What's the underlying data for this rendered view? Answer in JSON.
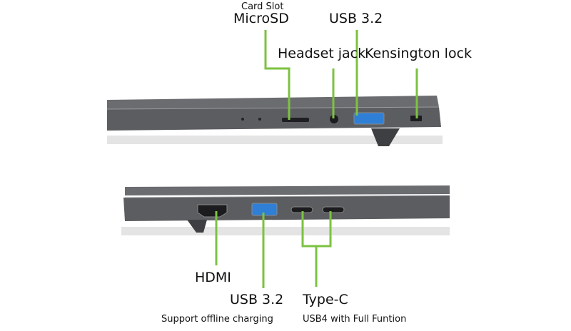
{
  "colors": {
    "callout": "#7cc242",
    "chassis": "#5f6063",
    "usb_blue": "#2f7fd6"
  },
  "top_view": {
    "microsd": {
      "title": "MicroSD",
      "subtitle": "Card Slot"
    },
    "headset": {
      "title": "Headset jack"
    },
    "usb": {
      "title": "USB 3.2"
    },
    "kensington": {
      "title": "Kensington lock"
    }
  },
  "bottom_view": {
    "hdmi": {
      "title": "HDMI"
    },
    "usb": {
      "title": "USB 3.2",
      "subtitle": "Support offline charging"
    },
    "typec": {
      "title": "Type-C",
      "subtitle": "USB4 with Full Funtion"
    }
  }
}
